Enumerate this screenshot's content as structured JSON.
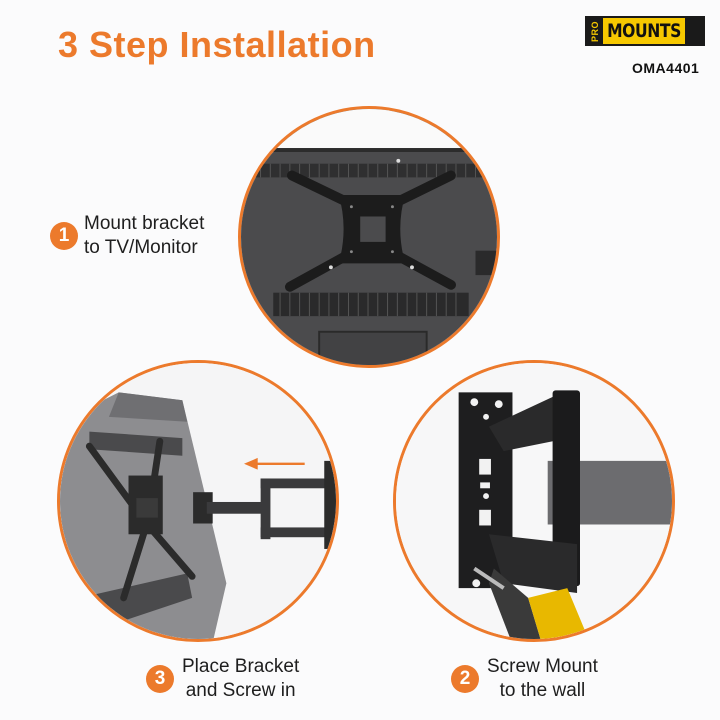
{
  "header": {
    "title": "3 Step Installation"
  },
  "brand": {
    "logo_prefix": "PRO",
    "logo_name": "MOUNTS",
    "model": "OMA4401",
    "colors": {
      "logo_yellow": "#f6c800",
      "logo_black": "#1a1a1a"
    }
  },
  "theme": {
    "accent": "#ec7a2c",
    "text": "#1e1e1e",
    "background": "#fbfbfc"
  },
  "steps": [
    {
      "number": "1",
      "line1": "Mount bracket",
      "line2": "to TV/Monitor",
      "image": "tv-back-with-vesa-bracket"
    },
    {
      "number": "2",
      "line1": "Screw Mount",
      "line2": "to the wall",
      "image": "wall-plate-with-drill"
    },
    {
      "number": "3",
      "line1": "Place Bracket",
      "line2": "and Screw in",
      "image": "tv-attaching-to-arm-with-arrow"
    }
  ]
}
